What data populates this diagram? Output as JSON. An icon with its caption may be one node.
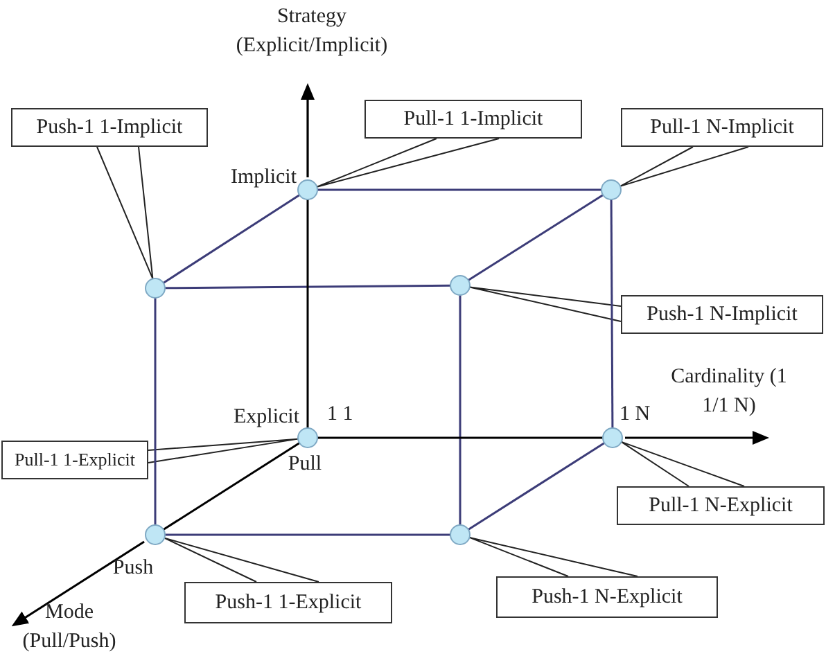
{
  "diagram": {
    "nodes": [
      {
        "text": [
          "Push-1 1-Implicit"
        ]
      },
      {
        "text": [
          "Pull-1 1-Implicit"
        ]
      },
      {
        "text": [
          "Pull-1 N-Implicit"
        ]
      },
      {
        "text": [
          "Push-1 N-Implicit"
        ]
      },
      {
        "text": [
          "Pull-1 1-Explicit"
        ]
      },
      {
        "text": [
          "Pull-1 N-Explicit"
        ]
      },
      {
        "text": [
          "Push-1 1-Explicit"
        ]
      },
      {
        "text": [
          "Push-1 N-Explicit"
        ]
      },
      {
        "text": [],
        "shape": "circle"
      },
      {
        "text": [],
        "shape": "circle"
      },
      {
        "text": [],
        "shape": "circle"
      },
      {
        "text": [],
        "shape": "circle"
      },
      {
        "text": [],
        "shape": "circle"
      },
      {
        "text": [],
        "shape": "circle"
      },
      {
        "text": [],
        "shape": "circle"
      },
      {
        "text": [],
        "shape": "circle"
      }
    ],
    "edges": [
      {
        "from": 0,
        "to": 8,
        "arrow": "none"
      },
      {
        "from": 1,
        "to": 9,
        "arrow": "none"
      },
      {
        "from": 2,
        "to": 10,
        "arrow": "none"
      },
      {
        "from": 3,
        "to": 11,
        "arrow": "none"
      },
      {
        "from": 4,
        "to": 12,
        "arrow": "none"
      },
      {
        "from": 5,
        "to": 13,
        "arrow": "none"
      },
      {
        "from": 6,
        "to": 14,
        "arrow": "none"
      },
      {
        "from": 7,
        "to": 15,
        "arrow": "none"
      },
      {
        "from": 8,
        "to": 9,
        "arrow": "none"
      },
      {
        "from": 9,
        "to": 10,
        "arrow": "none"
      },
      {
        "from": 8,
        "to": 11,
        "arrow": "none"
      },
      {
        "from": 10,
        "to": 11,
        "arrow": "none"
      },
      {
        "from": 8,
        "to": 14,
        "arrow": "none"
      },
      {
        "from": 11,
        "to": 15,
        "arrow": "none"
      },
      {
        "from": 10,
        "to": 13,
        "arrow": "none"
      },
      {
        "from": 14,
        "to": 15,
        "arrow": "none"
      },
      {
        "from": 13,
        "to": 15,
        "arrow": "none"
      },
      {
        "from": 12,
        "to": 9,
        "arrow": "none",
        "color": "#000000"
      },
      {
        "from": 12,
        "to": 13,
        "arrow": "none",
        "color": "#000000"
      },
      {
        "from": 12,
        "to": 14,
        "arrow": "none",
        "color": "#000000"
      }
    ],
    "labels": [
      "Strategy (Explicit/Implicit)",
      "Implicit",
      "Cardinality (1 1/1 N)",
      "Explicit",
      "1 1",
      "1 N",
      "Pull",
      "Push",
      "Mode (Pull/Push)"
    ]
  }
}
